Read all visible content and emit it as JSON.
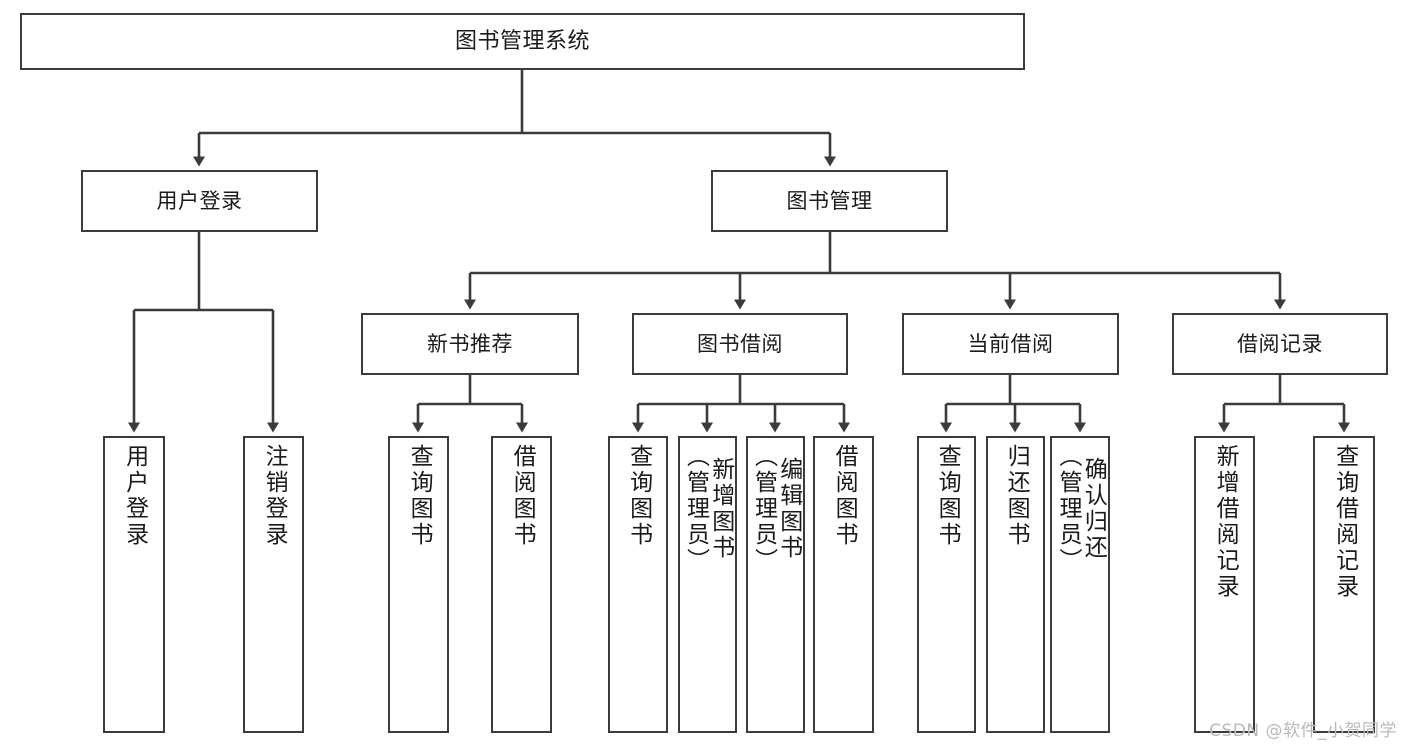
{
  "diagram": {
    "title": "图书管理系统",
    "type": "tree-hierarchy",
    "root": {
      "label": "图书管理系统"
    },
    "level2": [
      {
        "label": "用户登录"
      },
      {
        "label": "图书管理"
      }
    ],
    "level3": [
      {
        "label": "新书推荐"
      },
      {
        "label": "图书借阅"
      },
      {
        "label": "当前借阅"
      },
      {
        "label": "借阅记录"
      }
    ],
    "leaves": {
      "user_login": [
        {
          "label": "用户登录"
        },
        {
          "label": "注销登录"
        }
      ],
      "new_book_recommend": [
        {
          "label": "查询图书"
        },
        {
          "label": "借阅图书"
        }
      ],
      "book_borrow": [
        {
          "label": "查询图书"
        },
        {
          "label": "新增图书\n（管理员）"
        },
        {
          "label": "编辑图书\n（管理员）"
        },
        {
          "label": "借阅图书"
        }
      ],
      "current_borrow": [
        {
          "label": "查询图书"
        },
        {
          "label": "归还图书"
        },
        {
          "label": "确认归还\n（管理员）"
        }
      ],
      "borrow_records": [
        {
          "label": "新增借阅记录"
        },
        {
          "label": "查询借阅记录"
        }
      ]
    }
  },
  "watermark": {
    "text": "CSDN @软件_小贺同学"
  },
  "colors": {
    "stroke": "#3b3b3b",
    "background": "#ffffff",
    "text": "#1b1b1b",
    "watermark": "#b9b9b9"
  }
}
